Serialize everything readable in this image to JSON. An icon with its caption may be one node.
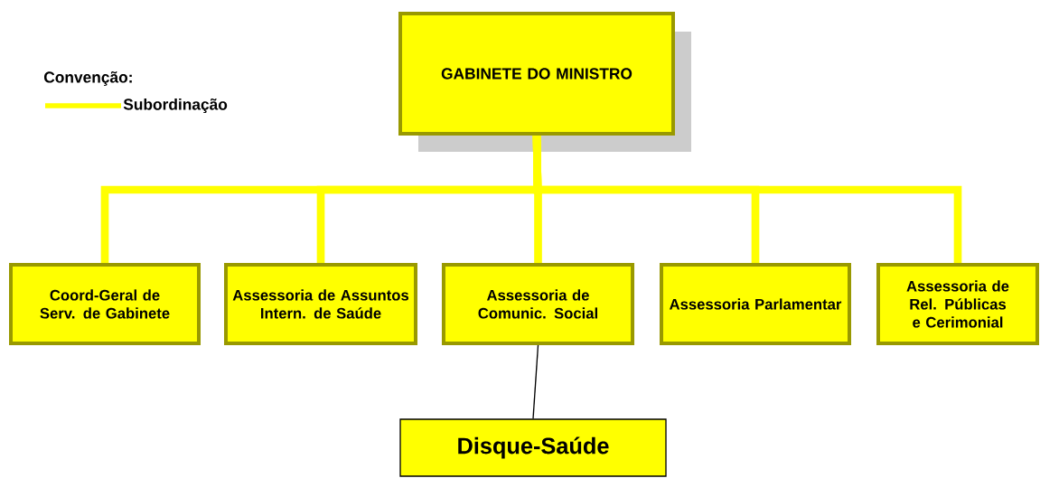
{
  "diagram": {
    "nodes": [
      {
        "text": [
          "GABINETE DO MINISTRO"
        ]
      },
      {
        "text": [
          "Coord-Geral de Serv. de Gabinete"
        ]
      },
      {
        "text": [
          "Assessoria de Assuntos Intern. de Saúde"
        ]
      },
      {
        "text": [
          "Assessoria de Comunic. Social"
        ]
      },
      {
        "text": [
          "Assessoria Parlamentar"
        ]
      },
      {
        "text": [
          "Assessoria de Rel. Públicas e Cerimonial"
        ]
      },
      {
        "text": [
          "Disque-Saúde"
        ]
      }
    ],
    "edges": [
      {
        "from": 0,
        "to": 1,
        "arrow": "none"
      },
      {
        "from": 0,
        "to": 2,
        "arrow": "none"
      },
      {
        "from": 0,
        "to": 3,
        "arrow": "none"
      },
      {
        "from": 0,
        "to": 4,
        "arrow": "none"
      },
      {
        "from": 0,
        "to": 5,
        "arrow": "none"
      },
      {
        "from": 3,
        "to": 6,
        "arrow": "none",
        "color": "#000000"
      }
    ],
    "labels": [
      "Convenção:"
    ],
    "legend": [
      {
        "text": "Subordinação"
      }
    ]
  }
}
